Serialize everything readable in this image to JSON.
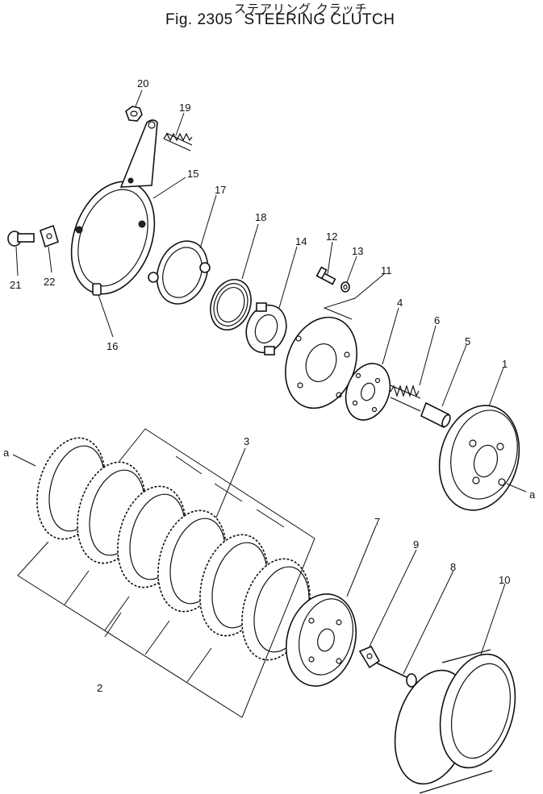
{
  "header": {
    "title_jp": "ステアリング クラッチ",
    "fig_label": "Fig. 2305",
    "title_en": "STEERING CLUTCH"
  },
  "callouts": [
    {
      "id": "1",
      "text": "1"
    },
    {
      "id": "2",
      "text": "2"
    },
    {
      "id": "3",
      "text": "3"
    },
    {
      "id": "4",
      "text": "4"
    },
    {
      "id": "5",
      "text": "5"
    },
    {
      "id": "6",
      "text": "6"
    },
    {
      "id": "7",
      "text": "7"
    },
    {
      "id": "8",
      "text": "8"
    },
    {
      "id": "9",
      "text": "9"
    },
    {
      "id": "10",
      "text": "10"
    },
    {
      "id": "11",
      "text": "11"
    },
    {
      "id": "12",
      "text": "12"
    },
    {
      "id": "13",
      "text": "13"
    },
    {
      "id": "14",
      "text": "14"
    },
    {
      "id": "15",
      "text": "15"
    },
    {
      "id": "16",
      "text": "16"
    },
    {
      "id": "17",
      "text": "17"
    },
    {
      "id": "18",
      "text": "18"
    },
    {
      "id": "19",
      "text": "19"
    },
    {
      "id": "20",
      "text": "20"
    },
    {
      "id": "21",
      "text": "21"
    },
    {
      "id": "22",
      "text": "22"
    },
    {
      "id": "a_left",
      "text": "a"
    },
    {
      "id": "a_right",
      "text": "a"
    }
  ]
}
